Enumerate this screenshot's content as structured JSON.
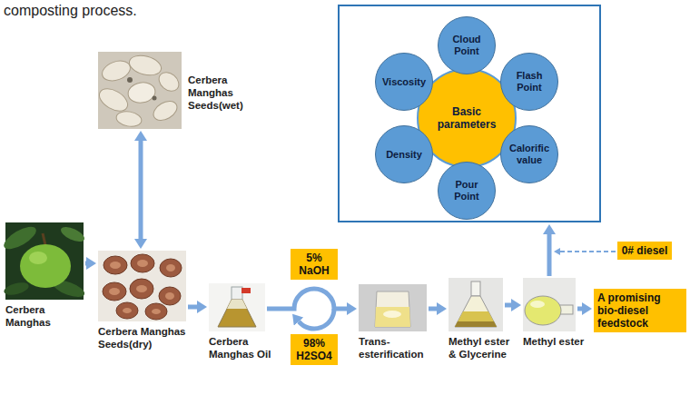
{
  "diagram": {
    "nodes": [
      {
        "text": []
      },
      {
        "text": [
          "Cloud Point"
        ],
        "in": 0
      },
      {
        "text": [
          "Viscosity"
        ],
        "in": 0
      },
      {
        "text": [
          "Flash Point"
        ],
        "in": 0
      },
      {
        "text": [
          "Basic parameters"
        ],
        "in": 0
      },
      {
        "text": [
          "Density"
        ],
        "in": 0
      },
      {
        "text": [
          "Calorific value"
        ],
        "in": 0
      },
      {
        "text": [
          "Pour Point"
        ],
        "in": 0
      },
      {
        "text": [
          "Cerbera Manghas Seeds(wet)"
        ]
      },
      {
        "text": [
          "Cerbera Manghas"
        ]
      },
      {
        "text": [
          "Cerbera Manghas Seeds(dry)"
        ]
      },
      {
        "text": [
          "Cerbera Manghas Oil"
        ]
      },
      {
        "text": [
          "5% NaOH"
        ]
      },
      {
        "text": [
          "98% H2SO4"
        ]
      },
      {
        "text": [
          "Trans-esterification"
        ]
      },
      {
        "text": [
          "Methyl ester & Glycerine"
        ]
      },
      {
        "text": [
          "Methyl ester"
        ]
      },
      {
        "text": [
          "0# diesel"
        ]
      },
      {
        "text": [
          "A promising bio-diesel feedstock"
        ]
      }
    ],
    "edges": [
      {
        "from": 9,
        "to": 10,
        "arrow": "to"
      },
      {
        "from": 8,
        "to": 10,
        "arrow": "both"
      },
      {
        "from": 10,
        "to": 11,
        "arrow": "to"
      },
      {
        "from": 11,
        "to": 14,
        "arrow": "to"
      },
      {
        "from": 14,
        "to": 15,
        "arrow": "to"
      },
      {
        "from": 15,
        "to": 16,
        "arrow": "to"
      },
      {
        "from": 16,
        "to": 0,
        "arrow": "to"
      },
      {
        "from": 16,
        "to": 18,
        "arrow": "to"
      }
    ],
    "labels": [
      "composting process."
    ]
  }
}
